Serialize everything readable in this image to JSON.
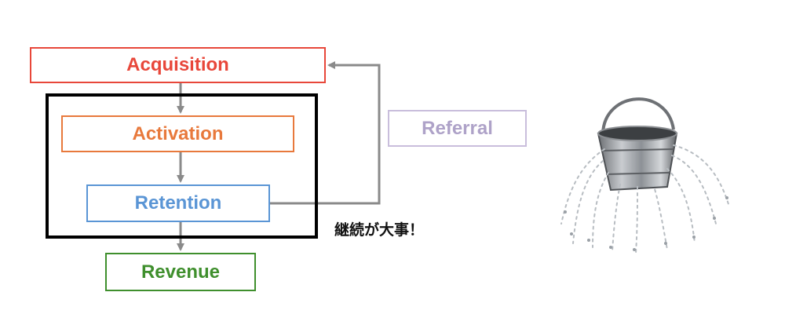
{
  "funnel": {
    "acquisition": "Acquisition",
    "activation": "Activation",
    "retention": "Retention",
    "revenue": "Revenue",
    "referral": "Referral"
  },
  "note": "継続が大事！",
  "colors": {
    "acquisition": "#e8473a",
    "activation": "#e8793c",
    "retention": "#5a95d5",
    "revenue": "#3f8f2d",
    "referral": "#aea2c8",
    "arrow": "#8a8a8a"
  },
  "image": {
    "icon": "leaky-bucket-icon"
  }
}
